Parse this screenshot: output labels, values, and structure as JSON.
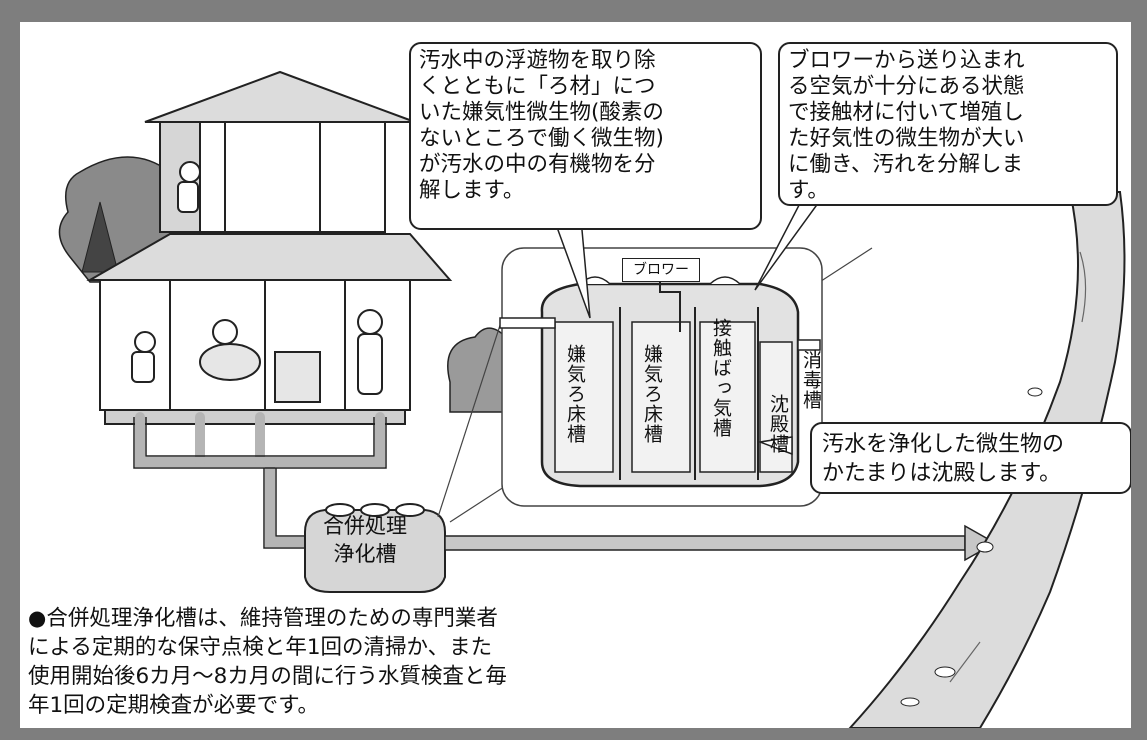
{
  "bubbles": {
    "anaerobic": "汚水中の浮遊物を取り除\nくとともに「ろ材」につ\nいた嫌気性微生物(酸素の\nないところで働く微生物)\nが汚水の中の有機物を分\n解します。",
    "aerobic": "ブロワーから送り込まれ\nる空気が十分にある状態\nで接触材に付いて増殖し\nた好気性の微生物が大い\nに働き、汚れを分解しま\nす。",
    "sediment": "汚水を浄化した微生物の\nかたまりは沈殿します。"
  },
  "diagram": {
    "blower": "ブロワー",
    "chamber1": "嫌気ろ床槽",
    "chamber2": "嫌気ろ床槽",
    "chamber3": "接触ばっ気槽",
    "chamber4": "沈殿槽",
    "disinfect": "消毒槽",
    "tank": "合併処理\n浄化槽"
  },
  "note": {
    "bullet": "●",
    "text": "合併処理浄化槽は、維持管理のための専門業者\nによる定期的な保守点検と年1回の清掃か、また\n使用開始後6カ月～8カ月の間に行う水質検査と毎\n年1回の定期検査が必要です。"
  },
  "colors": {
    "frame": "#7e7e7e",
    "ink": "#222222",
    "pipe": "#b5b5b5",
    "tank_fill": "#cfcfcf",
    "house_fill": "#d6d6d6"
  }
}
